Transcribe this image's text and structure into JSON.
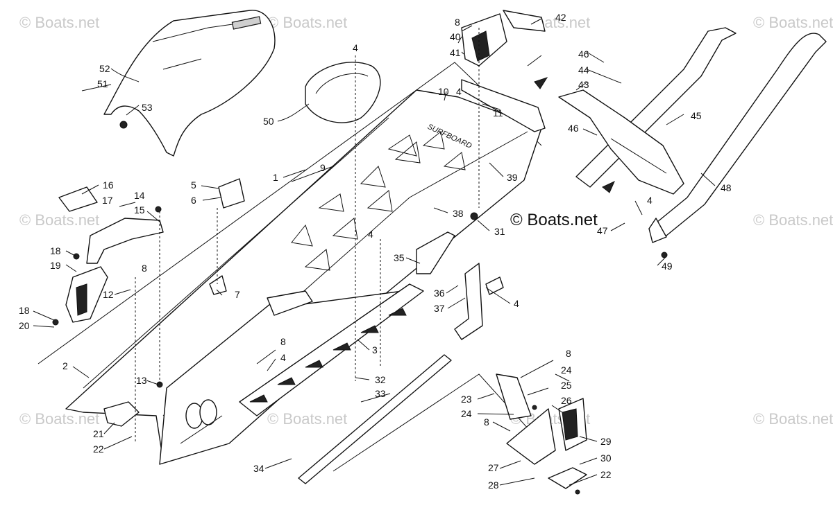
{
  "watermark": "© Boats.net",
  "brand_label": "© Boats.net",
  "callouts": [
    "52",
    "51",
    "53",
    "50",
    "4",
    "8",
    "40",
    "41",
    "42",
    "10",
    "4",
    "11",
    "46",
    "44",
    "43",
    "45",
    "46",
    "48",
    "1",
    "9",
    "39",
    "38",
    "31",
    "5",
    "6",
    "16",
    "17",
    "14",
    "15",
    "18",
    "19",
    "12",
    "8",
    "7",
    "18",
    "20",
    "2",
    "13",
    "21",
    "22",
    "8",
    "4",
    "3",
    "32",
    "33",
    "34",
    "35",
    "4",
    "36",
    "37",
    "4",
    "4",
    "47",
    "49",
    "8",
    "24",
    "25",
    "23",
    "24",
    "26",
    "8",
    "29",
    "27",
    "30",
    "22",
    "28"
  ]
}
